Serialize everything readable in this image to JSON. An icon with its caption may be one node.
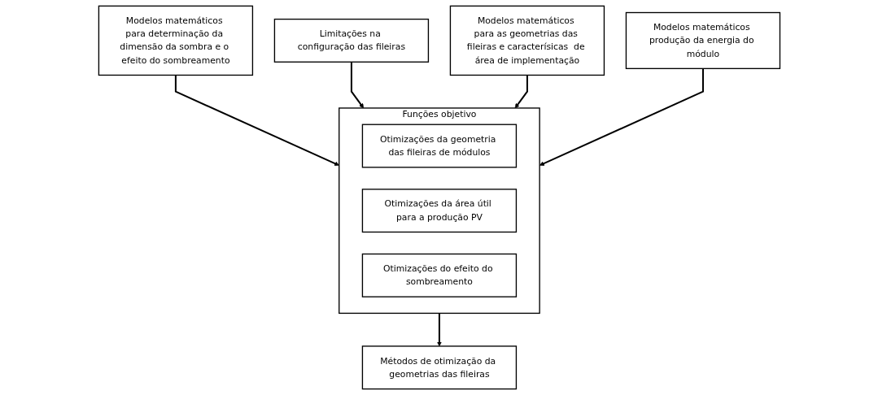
{
  "diagram": {
    "nodes": [
      {
        "text": [
          "Modelos matemáticos para determinação da dimensão da sombra e o efeito do sombreamento"
        ]
      },
      {
        "text": [
          "Limitações na configuração das fileiras"
        ]
      },
      {
        "text": [
          "Modelos matemáticos para as geometrias das fileiras e caracterísicas  de área de implementação"
        ]
      },
      {
        "text": [
          "Modelos matemáticos produção da energia do módulo"
        ]
      },
      {
        "text": [
          "Funções objetivo"
        ]
      },
      {
        "text": [
          "Otimizações da geometria das fileiras de módulos"
        ],
        "in": 4
      },
      {
        "text": [
          "Otimizações da área útil para a produção PV"
        ],
        "in": 4
      },
      {
        "text": [
          "Otimizações do efeito do sombreamento"
        ],
        "in": 4
      },
      {
        "text": [
          "Métodos de otimização da geometrias das fileiras"
        ]
      }
    ],
    "edges": [
      {
        "from": 0,
        "to": 4,
        "arrow": "to"
      },
      {
        "from": 1,
        "to": 4,
        "arrow": "to"
      },
      {
        "from": 2,
        "to": 4,
        "arrow": "to"
      },
      {
        "from": 3,
        "to": 4,
        "arrow": "to"
      },
      {
        "from": 4,
        "to": 8,
        "arrow": "to"
      }
    ]
  }
}
